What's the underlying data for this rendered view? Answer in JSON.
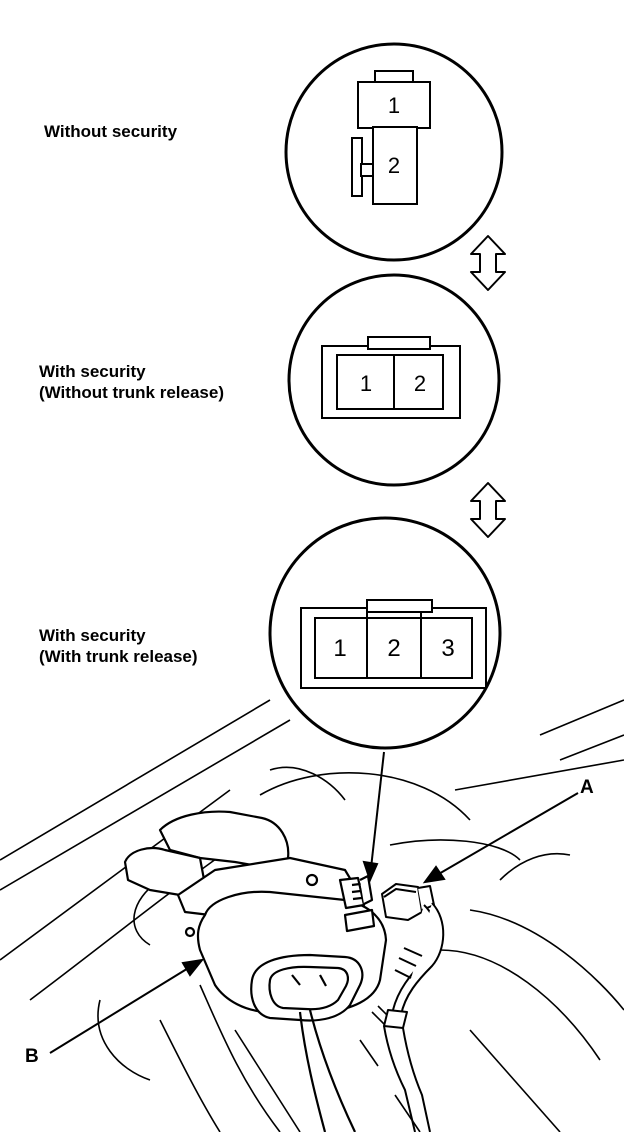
{
  "labels": {
    "without_security": "Without security",
    "with_security_no_trunk": [
      "With security",
      "(Without trunk release)"
    ],
    "with_security_trunk": [
      "With security",
      "(With trunk release)"
    ]
  },
  "callouts": {
    "a": "A",
    "b": "B"
  },
  "connector_1": {
    "terminals": [
      "1",
      "2"
    ]
  },
  "connector_2": {
    "terminals": [
      "1",
      "2"
    ]
  },
  "connector_3": {
    "terminals": [
      "1",
      "2",
      "3"
    ]
  },
  "colors": {
    "ink": "#000000",
    "paper": "#ffffff"
  }
}
